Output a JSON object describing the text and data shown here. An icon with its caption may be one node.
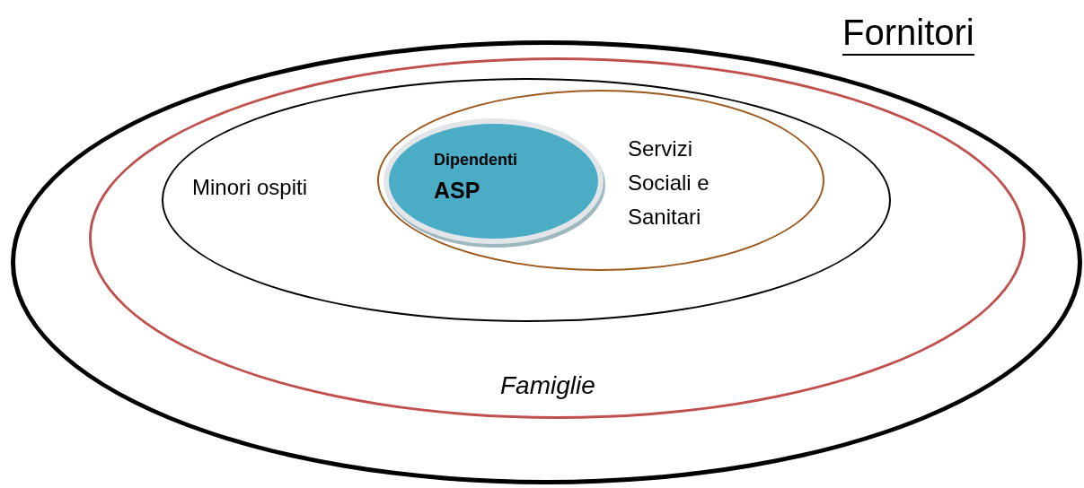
{
  "diagram": {
    "nodes": [
      {
        "text": [
          "Fornitori"
        ]
      },
      {
        "text": [
          "Famiglie"
        ],
        "in": 0
      },
      {
        "text": [
          "Minori ospiti"
        ],
        "in": 1
      },
      {
        "text": [
          "Servizi Sociali e Sanitari"
        ],
        "in": 2
      },
      {
        "text": [
          "Dipendenti",
          "ASP"
        ],
        "in": 3
      }
    ]
  }
}
